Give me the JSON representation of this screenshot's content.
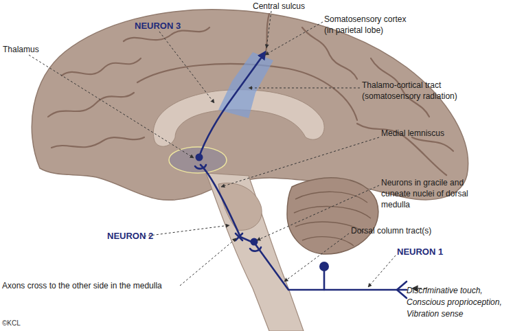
{
  "diagram": {
    "labels": [
      "Central sulcus",
      "Somatosensory cortex (in parietal lobe)",
      "NEURON 3",
      "Thalamus",
      "Thalamo-cortical tract (somatosensory radiation)",
      "Medial lemniscus",
      "Neurons in gracile and cuneate nuclei of dorsal medulla",
      "NEURON 2",
      "Dorsal column tract(s)",
      "NEURON 1",
      "Axons cross to the other side in the medulla",
      "Discriminative touch, Conscious proprioception, Vibration sense",
      "©KCL"
    ]
  }
}
